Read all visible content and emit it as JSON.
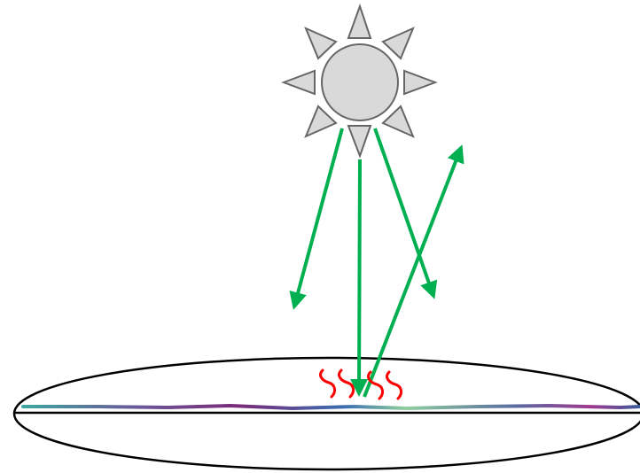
{
  "diagram": {
    "colors": {
      "background": "#ffffff",
      "sun_fill": "#d9d9d9",
      "sun_stroke": "#666666",
      "ray_arrow": "#00b050",
      "heat_wave": "#ff0000",
      "outline": "#000000",
      "surface_band": [
        "#3fa7a0",
        "#5a4a8a",
        "#7a2a7a",
        "#3a6fb0",
        "#8fcf9f",
        "#a03a90"
      ]
    },
    "elements": {
      "sun": "sun-icon",
      "incoming_rays": 3,
      "outgoing_rays": 1,
      "heat_waves": 4,
      "surface": "ellipse-plane"
    }
  }
}
